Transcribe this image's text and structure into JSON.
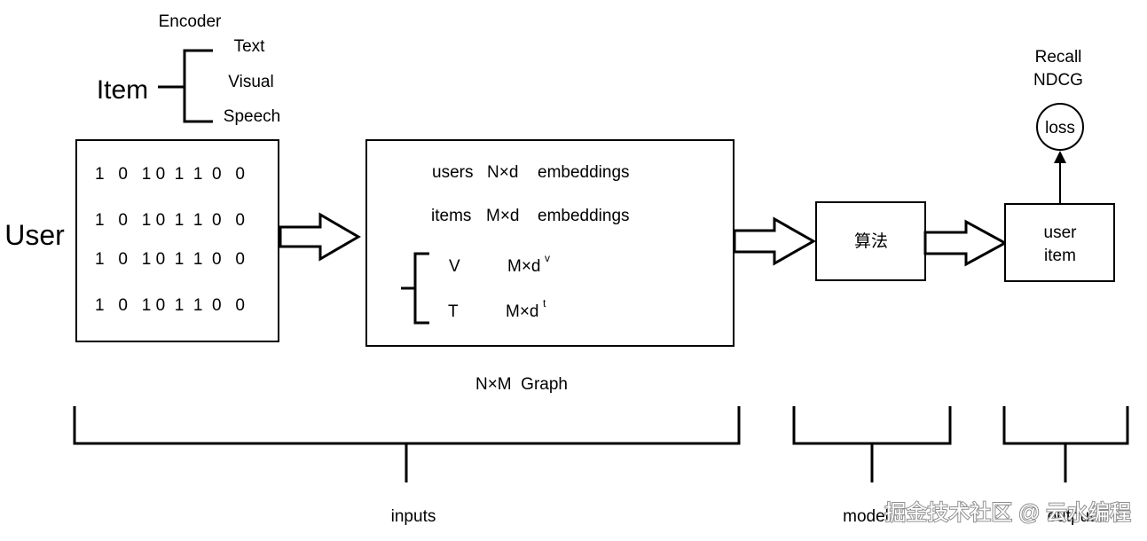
{
  "item": {
    "label": "Item",
    "encoder_label": "Encoder",
    "modalities": [
      "Text",
      "Visual",
      "Speech"
    ]
  },
  "user": {
    "label": "User",
    "matrix_rows": [
      "1   0   1 0  1  1  0   0",
      "1   0   1 0  1  1  0   0",
      "1   0   1 0  1  1  0   0",
      "1   0   1 0  1  1  0   0"
    ]
  },
  "graph": {
    "users_label": "users",
    "users_dim": "N×d",
    "items_label": "items",
    "items_dim": "M×d",
    "embeddings_label": "embeddings",
    "v_label": "V",
    "v_dim": "M×d",
    "v_sup": "v",
    "t_label": "T",
    "t_dim": "M×d",
    "t_sup": "t",
    "caption": "N×M  Graph"
  },
  "algorithm": {
    "label": "算法"
  },
  "output": {
    "line1": "user",
    "line2": "item",
    "loss": "loss",
    "metric1": "Recall",
    "metric2": "NDCG"
  },
  "sections": {
    "inputs": "inputs",
    "model": "model",
    "output": "output"
  },
  "watermark": "掘金技术社区 @ 云水编程"
}
